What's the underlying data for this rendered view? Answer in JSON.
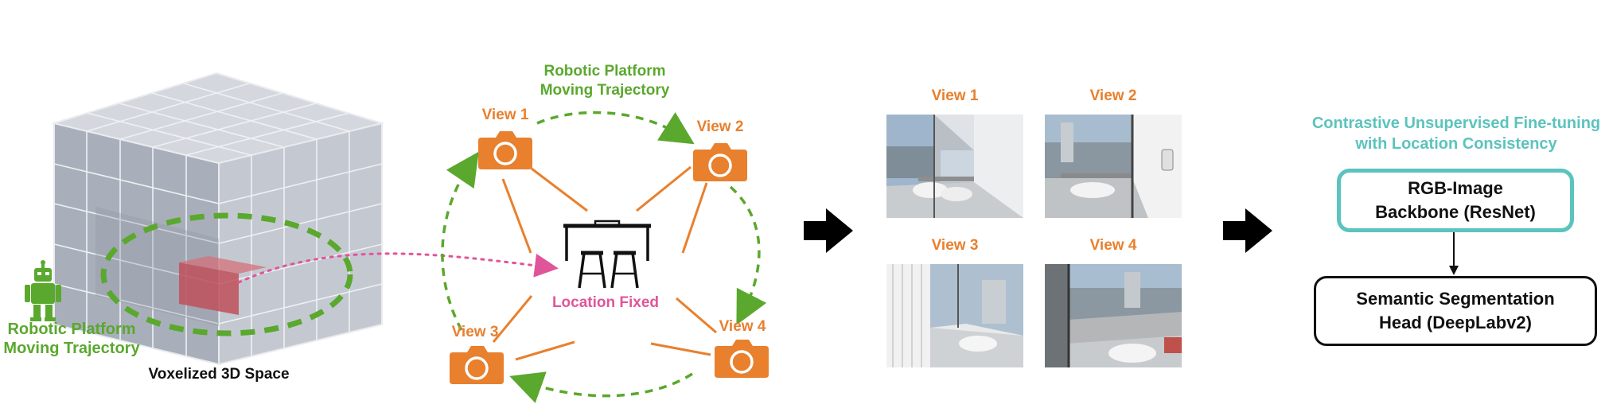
{
  "voxel": {
    "robot_label_line1": "Robotic Platform",
    "robot_label_line2": "Moving Trajectory",
    "space_label": "Voxelized 3D Space"
  },
  "views_diagram": {
    "trajectory_line1": "Robotic Platform",
    "trajectory_line2": "Moving Trajectory",
    "location_label": "Location Fixed",
    "views": [
      "View 1",
      "View 2",
      "View 3",
      "View 4"
    ]
  },
  "photos": {
    "labels": [
      "View 1",
      "View 2",
      "View 3",
      "View 4"
    ]
  },
  "model": {
    "heading_line1": "Contrastive Unsupervised Fine-tuning",
    "heading_line2": "with Location Consistency",
    "backbone_line1": "RGB-Image",
    "backbone_line2": "Backbone (ResNet)",
    "head_line1": "Semantic Segmentation",
    "head_line2": "Head (DeepLabv2)"
  },
  "colors": {
    "orange": "#e8802e",
    "green": "#5aa82e",
    "pink": "#e0559a",
    "teal": "#5cc3bd"
  }
}
